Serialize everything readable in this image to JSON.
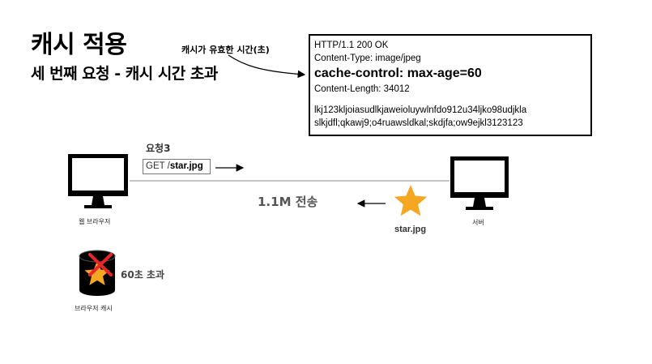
{
  "header": {
    "title": "캐시 적용",
    "subtitle": "세 번째 요청 - 캐시 시간 초과"
  },
  "annotation": {
    "text": "캐시가 유효한 시간(초)"
  },
  "response": {
    "status_line": "HTTP/1.1 200 OK",
    "content_type": "Content-Type: image/jpeg",
    "cache_control": "cache-control: max-age=60",
    "content_length": "Content-Length: 34012",
    "body_line1": "lkj123kljoiasudlkjaweioluywlnfdo912u34ljko98udjkla",
    "body_line2": "slkjdfl;qkawj9;o4ruawsldkal;skdjfa;ow9ejkl3123123"
  },
  "request": {
    "step_label": "요청3",
    "method": "GET /",
    "path": "star.jpg"
  },
  "transfer": {
    "size_label": "1.1M 전송",
    "file_label": "star.jpg"
  },
  "nodes": {
    "browser_label": "웹 브라우저",
    "server_label": "서버",
    "cache_label": "브라우저 캐시",
    "cache_status": "60초 초과"
  },
  "colors": {
    "star": "#f5a623",
    "cross": "#e8262a",
    "monitor": "#000000"
  }
}
